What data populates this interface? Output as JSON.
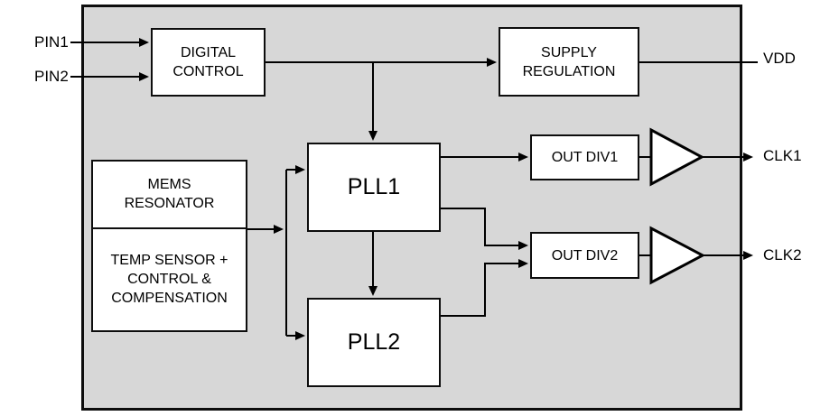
{
  "diagram_type": "block-diagram",
  "colors": {
    "chip_fill": "#d7d7d7",
    "box_fill": "#ffffff",
    "line": "#000000",
    "page_background": "#ffffff"
  },
  "blocks": {
    "digital_control": "DIGITAL\nCONTROL",
    "supply_regulation": "SUPPLY\nREGULATION",
    "mems_resonator": "MEMS\nRESONATOR",
    "temp_sensor": "TEMP SENSOR +\nCONTROL &\nCOMPENSATION",
    "pll1": "PLL1",
    "pll2": "PLL2",
    "out_div1": "OUT DIV1",
    "out_div2": "OUT DIV2"
  },
  "pins": {
    "pin1": "PIN1",
    "pin2": "PIN2",
    "vdd": "VDD",
    "clk1": "CLK1",
    "clk2": "CLK2"
  },
  "connections": [
    {
      "from": "PIN1",
      "to": "DIGITAL CONTROL",
      "arrow": true
    },
    {
      "from": "PIN2",
      "to": "DIGITAL CONTROL",
      "arrow": true
    },
    {
      "from": "DIGITAL CONTROL",
      "to": "SUPPLY REGULATION",
      "arrow": true
    },
    {
      "from": "DIGITAL CONTROL",
      "to": "PLL1",
      "arrow": true
    },
    {
      "from": "SUPPLY REGULATION",
      "to": "VDD",
      "arrow": false
    },
    {
      "from": "MEMS RESONATOR / TEMP SENSOR",
      "to": "PLL1",
      "arrow": true
    },
    {
      "from": "MEMS RESONATOR / TEMP SENSOR",
      "to": "PLL2",
      "arrow": true
    },
    {
      "from": "PLL1",
      "to": "PLL2",
      "arrow": true
    },
    {
      "from": "PLL1",
      "to": "OUT DIV1",
      "arrow": true
    },
    {
      "from": "PLL1",
      "to": "OUT DIV2",
      "arrow": true
    },
    {
      "from": "PLL2",
      "to": "OUT DIV2",
      "arrow": true
    },
    {
      "from": "OUT DIV1",
      "to": "output buffer 1",
      "arrow": false
    },
    {
      "from": "output buffer 1",
      "to": "CLK1",
      "arrow": true
    },
    {
      "from": "OUT DIV2",
      "to": "output buffer 2",
      "arrow": false
    },
    {
      "from": "output buffer 2",
      "to": "CLK2",
      "arrow": true
    }
  ]
}
